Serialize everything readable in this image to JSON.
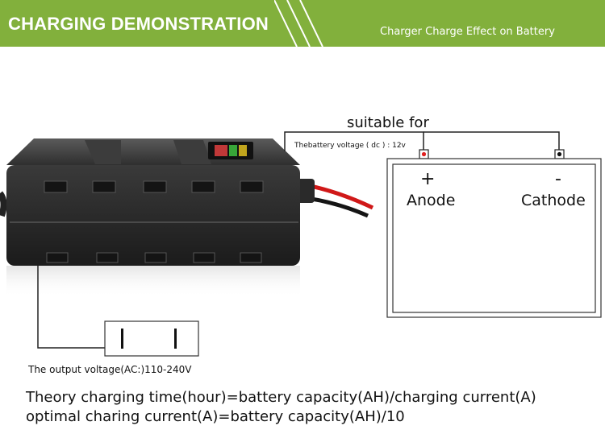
{
  "banner": {
    "title": "CHARGING DEMONSTRATION",
    "subtitle": "Charger Charge Effect on Battery",
    "color": "#82b03c"
  },
  "diagram": {
    "suitable_label": "suitable for",
    "battery_voltage": "Thebattery voltage ( dc ) : 12v",
    "positive_symbol": "+",
    "negative_symbol": "-",
    "anode_label": "Anode",
    "cathode_label": "Cathode",
    "output_voltage": "The output voltage(AC:)110-240V",
    "positive_color": "#e02020",
    "negative_color": "#111111"
  },
  "formulas": {
    "line1": "Theory charging time(hour)=battery capacity(AH)/charging current(A)",
    "line2": "optimal charing current(A)=battery capacity(AH)/10"
  }
}
